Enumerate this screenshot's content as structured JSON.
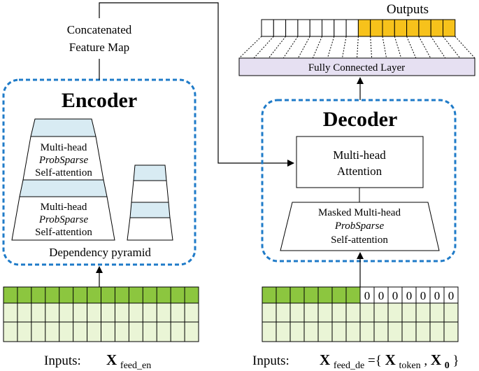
{
  "encoder": {
    "title": "Encoder",
    "block1": {
      "line1": "Multi-head",
      "line2": "ProbSparse",
      "line3": "Self-attention"
    },
    "block2": {
      "line1": "Multi-head",
      "line2": "ProbSparse",
      "line3": "Self-attention"
    },
    "pyramid_caption": "Dependency pyramid"
  },
  "concat": {
    "line1": "Concatenated",
    "line2": "Feature Map"
  },
  "decoder": {
    "title": "Decoder",
    "attention": {
      "line1": "Multi-head",
      "line2": "Attention"
    },
    "masked": {
      "line1": "Masked Multi-head",
      "line2": "ProbSparse",
      "line3": "Self-attention"
    }
  },
  "outputs_label": "Outputs",
  "fc_layer_label": "Fully Connected Layer",
  "decoder_zero_cells": [
    "0",
    "0",
    "0",
    "0",
    "0",
    "0",
    "0"
  ],
  "inputs_encoder": {
    "prefix": "Inputs:",
    "symbol": "X",
    "subscript": "feed_en"
  },
  "inputs_decoder": {
    "prefix": "Inputs:",
    "symbol": "X",
    "subscript": "feed_de",
    "eq": "={",
    "token_symbol": "X",
    "token_subscript": "token",
    "comma": ", ",
    "zero_symbol": "X",
    "zero_subscript": "0",
    "close": "}"
  },
  "colors": {
    "dashed_border": "#1f7bc8",
    "input_header": "#8cc63f",
    "input_body": "#eaf5d6",
    "output_highlight": "#f7c21b",
    "fc_fill": "#e6e0f2",
    "pyramid_band": "#d8ebf3"
  }
}
